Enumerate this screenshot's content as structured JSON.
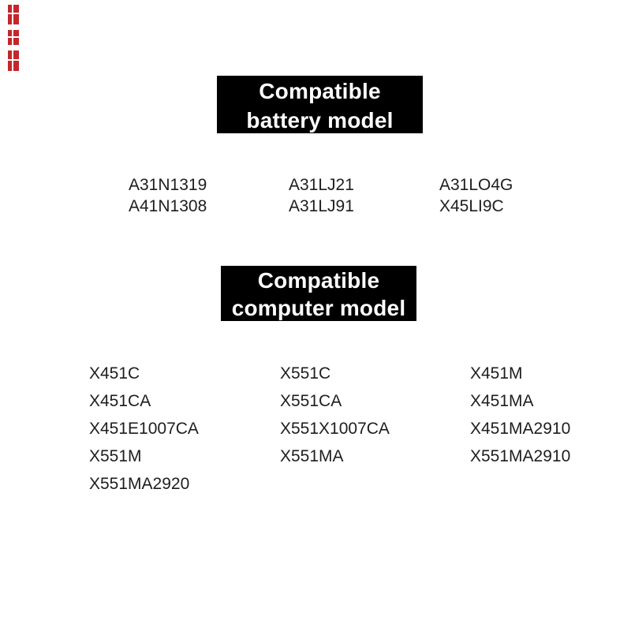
{
  "colors": {
    "page_bg": "#ffffff",
    "banner_bg": "#000000",
    "banner_text": "#ffffff",
    "model_text": "#1e1e1e",
    "corner_mark_red": "#c3272b"
  },
  "corner_marks": {
    "count": 3,
    "icon": "red-vertical-mark-icon"
  },
  "battery_section": {
    "banner": {
      "line1": "Compatible",
      "line2": "battery model"
    },
    "columns": [
      {
        "items": [
          "A31N1319",
          "A41N1308"
        ]
      },
      {
        "items": [
          "A31LJ21",
          "A31LJ91"
        ]
      },
      {
        "items": [
          "A31LO4G",
          "X45LI9C"
        ]
      }
    ]
  },
  "computer_section": {
    "banner": {
      "line1": "Compatible",
      "line2": "computer model"
    },
    "columns": [
      {
        "items": [
          "X451C",
          "X451CA",
          "X451E1007CA",
          "X551M",
          "X551MA2920"
        ]
      },
      {
        "items": [
          "X551C",
          "X551CA",
          "X551X1007CA",
          "X551MA"
        ]
      },
      {
        "items": [
          "X451M",
          "X451MA",
          "X451MA2910",
          "X551MA2910"
        ]
      }
    ]
  }
}
